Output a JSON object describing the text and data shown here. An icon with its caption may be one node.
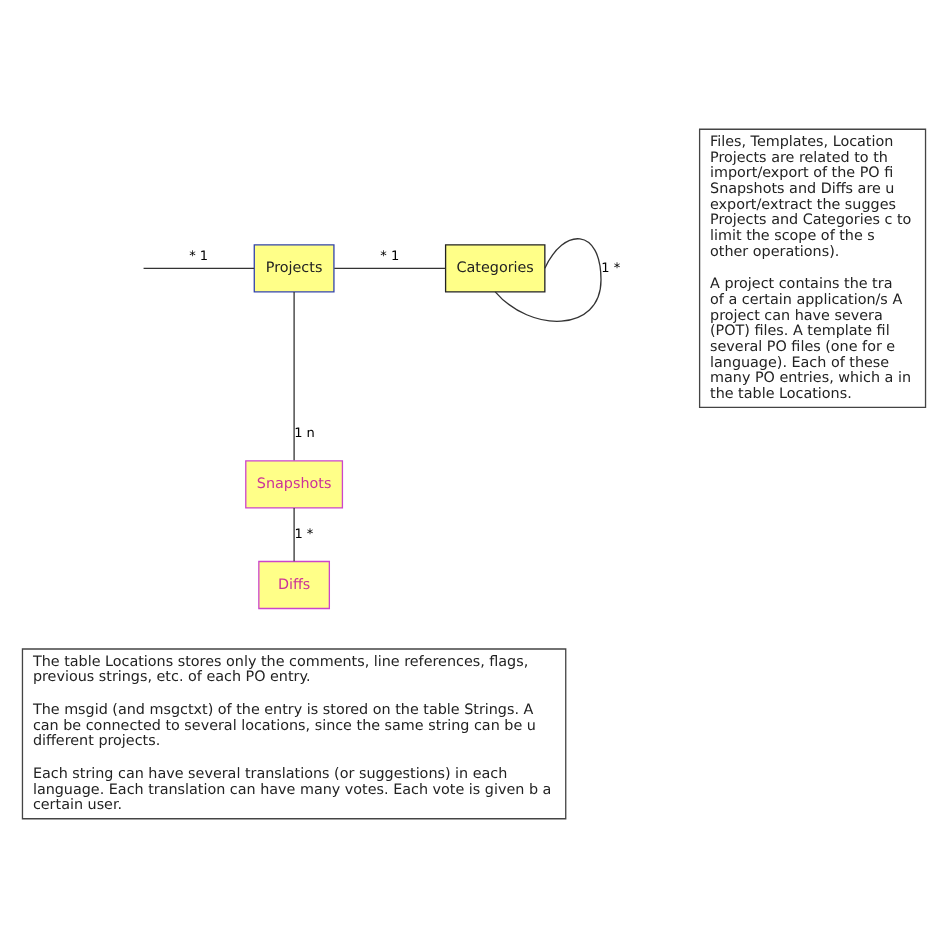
{
  "diagram": {
    "nodes": [
      {
        "text": [
          "Projects"
        ]
      },
      {
        "text": [
          "Categories"
        ]
      },
      {
        "text": [
          "Snapshots"
        ]
      },
      {
        "text": [
          "Diffs"
        ]
      },
      {
        "text": [
          "Files, Templates, Location Projects are related to th import/export of the PO fi Snapshots and Diffs are u export/extract the sugges Projects and Categories c to limit the scope of the s other operations).",
          "A project contains the tra of a certain application/s A project can have severa (POT) files. A template fil several PO files (one for e language). Each of these many PO entries, which a in the table Locations."
        ]
      },
      {
        "text": [
          "The table Locations stores only the comments, line references, flags, previous strings, etc. of each PO entry.",
          "The msgid (and msgctxt) of the entry is stored on the table Strings. A can be connected to several locations, since the same string can be u different projects.",
          "Each string can have several translations (or suggestions) in each language. Each translation can have many votes. Each vote is given b a certain user."
        ]
      }
    ],
    "edges": [
      {
        "from": null,
        "to": 0,
        "arrow": "none",
        "label": "* 1"
      },
      {
        "from": 0,
        "to": 1,
        "arrow": "none",
        "label": "* 1"
      },
      {
        "from": 1,
        "to": 1,
        "arrow": "none",
        "label": "1 *"
      },
      {
        "from": 0,
        "to": 2,
        "arrow": "none",
        "label": "1 n"
      },
      {
        "from": 2,
        "to": 3,
        "arrow": "none",
        "label": "1 *"
      }
    ]
  }
}
